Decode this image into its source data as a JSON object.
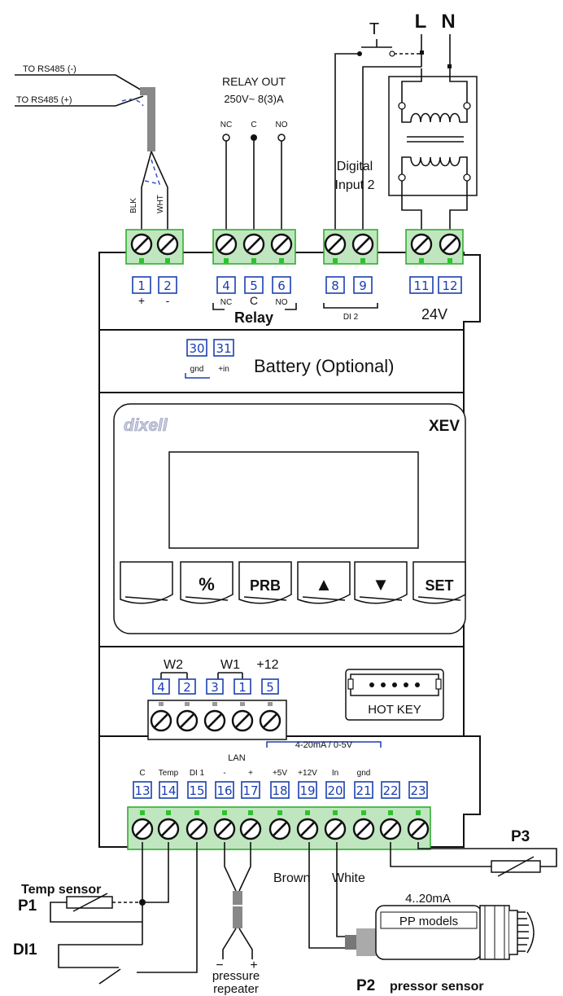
{
  "top": {
    "rs485_minus": "TO RS485 (-)",
    "rs485_plus": "TO RS485 (+)",
    "blk": "BLK",
    "wht": "WHT",
    "relay_out_1": "RELAY OUT",
    "relay_out_2": "250V~  8(3)A",
    "nc": "NC",
    "c": "C",
    "no": "NO",
    "t": "T",
    "l": "L",
    "n": "N",
    "digital_input_1": "Digital",
    "digital_input_2": "Input 2"
  },
  "terminals_top": [
    {
      "num": "1",
      "label": "+"
    },
    {
      "num": "2",
      "label": "-"
    },
    {
      "num": "4",
      "label": "NC"
    },
    {
      "num": "5",
      "label": "C"
    },
    {
      "num": "6",
      "label": "NO"
    },
    {
      "num": "8",
      "label": ""
    },
    {
      "num": "9",
      "label": ""
    },
    {
      "num": "11",
      "label": ""
    },
    {
      "num": "12",
      "label": ""
    }
  ],
  "group_labels": {
    "relay": "Relay",
    "di2": "DI 2",
    "v24": "24V"
  },
  "battery": {
    "t30": "30",
    "t31": "31",
    "gnd": "gnd",
    "in": "+in",
    "label": "Battery (Optional)"
  },
  "display": {
    "brand": "dixell",
    "model": "XEV",
    "keys": [
      "",
      "%",
      "PRB",
      "▲",
      "▼",
      "SET"
    ]
  },
  "mid_terminals": {
    "labels": [
      "W2",
      "W1",
      "+12"
    ],
    "nums": [
      "4",
      "2",
      "3",
      "1",
      "5"
    ],
    "hot_key": "HOT KEY"
  },
  "bottom_terminals": {
    "group": "4-20mA / 0-5V",
    "items": [
      {
        "num": "13",
        "label": "C"
      },
      {
        "num": "14",
        "label": "Temp"
      },
      {
        "num": "15",
        "label": "DI 1"
      },
      {
        "num": "16",
        "label": "-"
      },
      {
        "num": "17",
        "label": "+"
      },
      {
        "num": "18",
        "label": "+5V"
      },
      {
        "num": "19",
        "label": "+12V"
      },
      {
        "num": "20",
        "label": "In"
      },
      {
        "num": "21",
        "label": "gnd"
      },
      {
        "num": "22",
        "label": ""
      },
      {
        "num": "23",
        "label": ""
      }
    ],
    "lan": "LAN"
  },
  "sensors": {
    "temp_sensor": "Temp sensor",
    "p1": "P1",
    "di1": "DI1",
    "p3": "P3",
    "brown": "Brown",
    "white": "White",
    "ma": "4..20mA",
    "pp": "PP models",
    "p2": "P2",
    "p2_label": "pressor sensor",
    "minus": "−",
    "plus": "+",
    "repeater_1": "pressure",
    "repeater_2": "repeater"
  }
}
